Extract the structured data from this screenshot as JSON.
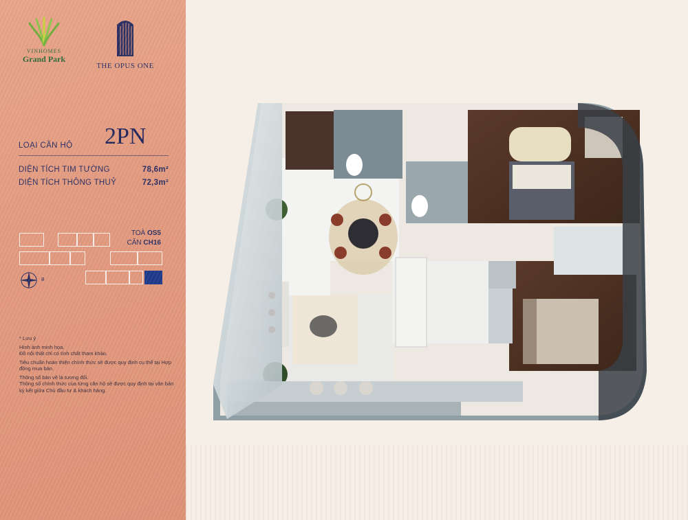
{
  "logos": {
    "vinhomes_line1": "VINHOMES",
    "vinhomes_line2": "Grand Park",
    "opus": "THE OPUS ONE"
  },
  "unit": {
    "type_label": "LOẠI CĂN HỘ",
    "type_value": "2PN",
    "wall_area_label": "DIỆN TÍCH TIM TƯỜNG",
    "wall_area_value": "78,6m²",
    "clear_area_label": "DIỆN TÍCH THÔNG THUỶ",
    "clear_area_value": "72,3m²"
  },
  "location": {
    "tower_prefix": "TOÀ",
    "tower": "OS5",
    "apt_prefix": "CĂN",
    "apt": "CH16",
    "compass_label": "B"
  },
  "notes": {
    "title": "* Lưu ý",
    "lines": [
      "Hình ảnh minh họa.",
      "Đồ nội thất chỉ có tính chất tham khảo.",
      "Tiêu chuẩn hoàn thiện chính thức sẽ được quy định cụ thể tại Hợp đồng mua bán.",
      "Thông số bàn vẽ là tương đối.",
      "Thông số chính thức của từng căn hộ sẽ được quy định tại văn bản ký kết giữa Chủ đầu tư & khách hàng."
    ]
  },
  "colors": {
    "sidebar": "#e39b80",
    "navy": "#2b2f63",
    "selected_unit": "#1e3a8a",
    "background": "#f6efe7"
  }
}
